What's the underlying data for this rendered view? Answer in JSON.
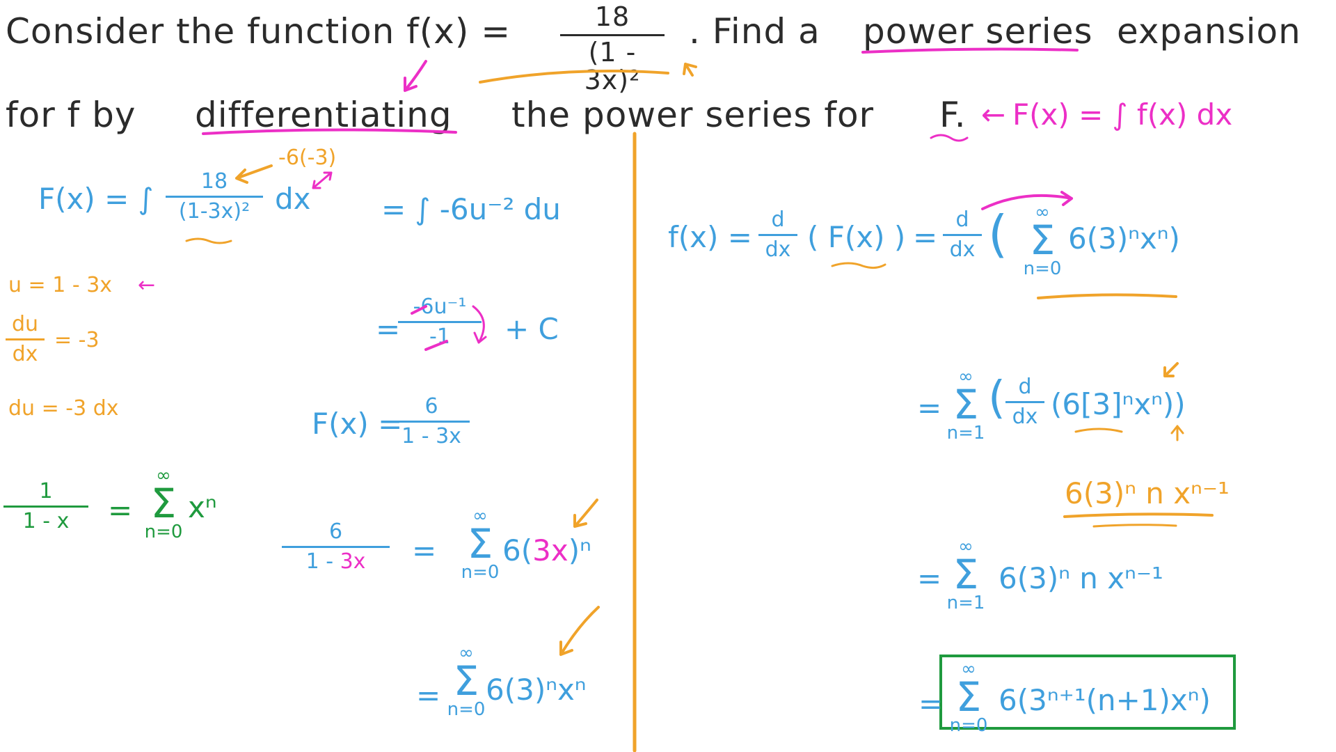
{
  "header": {
    "line1_a": "Consider the function f(x) =",
    "f_num": "18",
    "f_den": "(1 - 3x)²",
    "line1_b": ". Find a",
    "power_series": "power series",
    "expansion": "expansion",
    "line2_a": "for f by",
    "differentiating": "differentiating",
    "line2_b": "the power series for",
    "F_var": "F.",
    "note_arrow": "←",
    "note": "F(x) = ∫ f(x) dx"
  },
  "left": {
    "Fx_lhs": "F(x) = ∫",
    "int_num": "18",
    "int_den": "(1-3x)²",
    "int_dx": "dx",
    "coef_note": "-6(-3)",
    "eq_u_int": "= ∫ -6u⁻² du",
    "u_sub": "u = 1 - 3x",
    "u_arrow": "←",
    "du_num": "du",
    "du_den": "dx",
    "du_val": "= -3",
    "du_line": "du = -3 dx",
    "eq_sign": "=",
    "anti_num": "-6u⁻¹",
    "anti_den": "-1",
    "plus_c": "+ C",
    "Fx_res_lhs": "F(x) =",
    "Fx_res_num": "6",
    "Fx_res_den": "1 - 3x",
    "geo_num": "1",
    "geo_den": "1 - x",
    "geo_eq": "=",
    "geo_sig_top": "∞",
    "geo_sig_bot": "n=0",
    "geo_term": "xⁿ",
    "s6_num": "6",
    "s6_den_a": "1 - ",
    "s6_den_b": "3x",
    "s6_eq": "=",
    "s6_sig_top": "∞",
    "s6_sig_bot": "n=0",
    "s6_term_a": "6(",
    "s6_term_b": "3x",
    "s6_term_c": ")ⁿ",
    "s7_eq": "=",
    "s7_sig_top": "∞",
    "s7_sig_bot": "n=0",
    "s7_term": "6(3)ⁿxⁿ"
  },
  "right": {
    "r1_lhs": "f(x) =",
    "d_num": "d",
    "d_den": "dx",
    "r1_mid": "( F(x) )",
    "r1_eq": "=",
    "r1_d_num": "d",
    "r1_d_den": "dx",
    "r1_open": "(",
    "r1_sig_top": "∞",
    "r1_sig_bot": "n=0",
    "r1_term": "6(3)ⁿxⁿ)",
    "r2_eq": "=",
    "r2_sig_top": "∞",
    "r2_sig_bot": "n=1",
    "r2_open": "(",
    "r2_d_num": "d",
    "r2_d_den": "dx",
    "r2_term": "(6[3]ⁿxⁿ))",
    "r3_note": "6(3)ⁿ n xⁿ⁻¹",
    "r4_eq": "=",
    "r4_sig_top": "∞",
    "r4_sig_bot": "n=1",
    "r4_term": "6(3)ⁿ n xⁿ⁻¹",
    "r5_eq": "=",
    "r5_sig_top": "∞",
    "r5_sig_bot": "n=0",
    "r5_term": "6(3ⁿ⁺¹(n+1)xⁿ)"
  },
  "colors": {
    "ink": "#2b2b2b",
    "blue": "#3f9fdd",
    "orange": "#f0a32a",
    "pink": "#ec2fc6",
    "green": "#1f9a3e"
  }
}
